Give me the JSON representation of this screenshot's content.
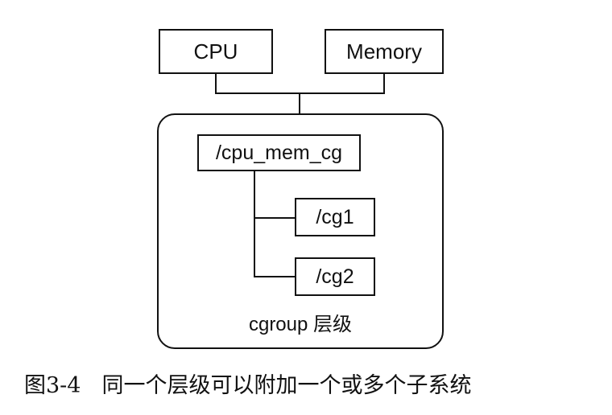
{
  "diagram": {
    "subsystems": {
      "cpu": "CPU",
      "memory": "Memory"
    },
    "cgroups": {
      "root": "/cpu_mem_cg",
      "child1": "/cg1",
      "child2": "/cg2"
    },
    "hierarchy_label": "cgroup 层级"
  },
  "caption": {
    "number": "图3-4",
    "text": "同一个层级可以附加一个或多个子系统"
  }
}
